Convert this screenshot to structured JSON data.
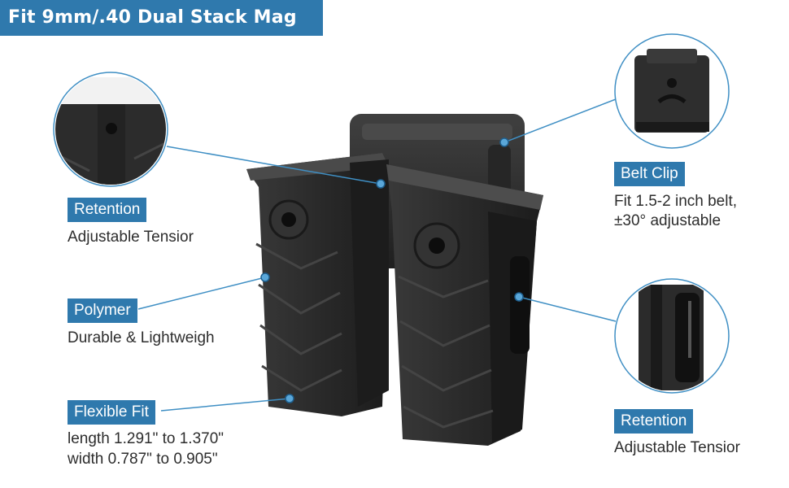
{
  "header": {
    "title": "Fit 9mm/.40 Dual Stack Mag"
  },
  "features": [
    {
      "label": "Retention",
      "description": "Adjustable Tensior"
    },
    {
      "label": "Polymer",
      "description": "Durable & Lightweigh"
    },
    {
      "label": "Flexible Fit",
      "description_line1": "length 1.291\" to 1.370\"",
      "description_line2": "width 0.787\" to 0.905\""
    },
    {
      "label": "Belt Clip",
      "description_line1": "Fit 1.5-2 inch belt,",
      "description_line2": "±30° adjustable"
    },
    {
      "label": "Retention",
      "description": "Adjustable Tensior"
    }
  ],
  "colors": {
    "accent": "#2f79ad",
    "callout_line": "#3f8fc4",
    "product": "#2a2a2a"
  }
}
